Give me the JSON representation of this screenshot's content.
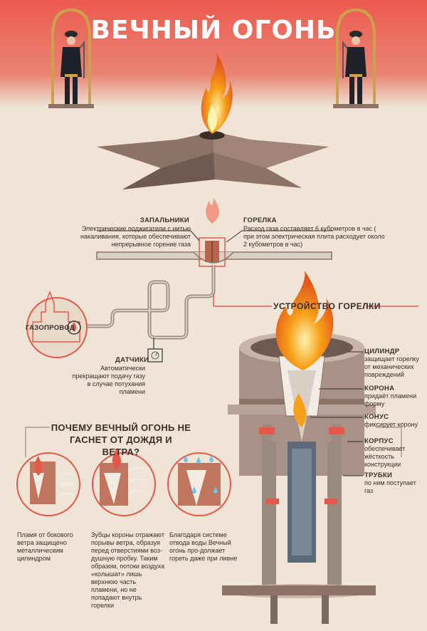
{
  "title": "ВЕЧНЫЙ ОГОНЬ",
  "colors": {
    "accent": "#e35a4b",
    "bg": "#efe4d6",
    "metal": "#8d7367",
    "dark": "#3a2e28",
    "flame": "#f7a11a"
  },
  "burner_top": {
    "ignitors": {
      "heading": "ЗАПАЛЬНИКИ",
      "text": "Электрические поджигатели с нитью накаливания, которые обеспечивают непрерывное горение газа"
    },
    "burner": {
      "heading": "ГОРЕЛКА",
      "text": "Расход газа составляет 6 кубометров в час ( при этом электрическая плита расходует около 2 кубометров в час)"
    }
  },
  "gas": {
    "pipeline_label": "ГАЗОПРОВОД"
  },
  "sensors": {
    "heading": "ДАТЧИКИ",
    "text": "Автоматически прекращают подачу газу в случае потухания пламени"
  },
  "device_heading": "УСТРОЙСТВО ГОРЕЛКИ",
  "parts": [
    {
      "heading": "ЦИЛИНДР",
      "text": "защищает горелку от механических повреждений"
    },
    {
      "heading": "КОРОНА",
      "text": "придаёт пламени форму"
    },
    {
      "heading": "КОНУС",
      "text": "фиксирует корону"
    },
    {
      "heading": "КОРПУС",
      "text": "обеспечивает жёсткость конструкции"
    },
    {
      "heading": "ТРУБКИ",
      "text": "по ним поступает газ"
    }
  ],
  "why": {
    "title": "ПОЧЕМУ ВЕЧНЫЙ ОГОНЬ НЕ ГАСНЕТ ОТ ДОЖДЯ И ВЕТРА?",
    "items": [
      {
        "text": "Пламя от бокового ветра защищено металлическим цилиндром"
      },
      {
        "text": "Зубцы короны отражают порывы ветра, образуя перед отверстиями воз-душную пробку. Таким образом, потоки воздуха «колышат» лишь верхнюю часть пламени, но не попадают внутрь горелки"
      },
      {
        "text": "Благодаря системе отвода воды Вечный огонь про-должает гореть даже при ливне"
      }
    ]
  }
}
